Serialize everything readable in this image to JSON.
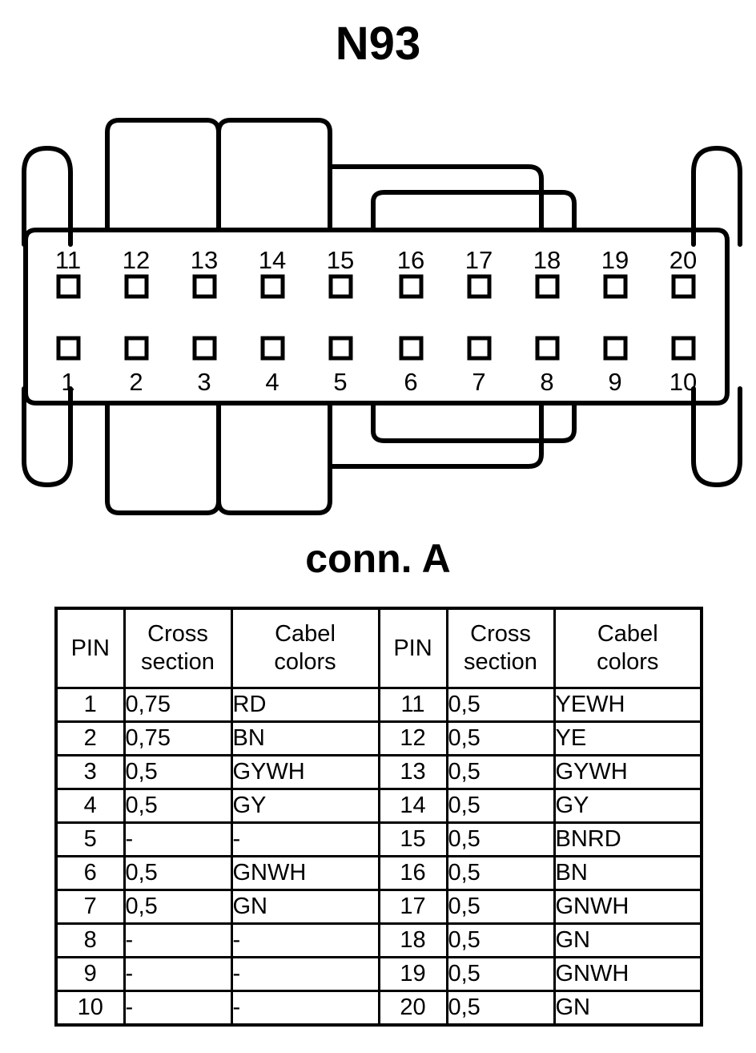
{
  "title": "N93",
  "connector": {
    "caption": "conn. A",
    "top_row_pins": [
      "11",
      "12",
      "13",
      "14",
      "15",
      "16",
      "17",
      "18",
      "19",
      "20"
    ],
    "bottom_row_pins": [
      "1",
      "2",
      "3",
      "4",
      "5",
      "6",
      "7",
      "8",
      "9",
      "10"
    ],
    "outline_color": "#000000"
  },
  "table": {
    "headers": {
      "pin": "PIN",
      "cross_line1": "Cross",
      "cross_line2": "section",
      "color_line1": "Cabel",
      "color_line2": "colors"
    },
    "left_rows": [
      {
        "pin": "1",
        "cross": "0,75",
        "color": "RD"
      },
      {
        "pin": "2",
        "cross": "0,75",
        "color": "BN"
      },
      {
        "pin": "3",
        "cross": "0,5",
        "color": "GYWH"
      },
      {
        "pin": "4",
        "cross": "0,5",
        "color": "GY"
      },
      {
        "pin": "5",
        "cross": "-",
        "color": "-"
      },
      {
        "pin": "6",
        "cross": "0,5",
        "color": "GNWH"
      },
      {
        "pin": "7",
        "cross": "0,5",
        "color": "GN"
      },
      {
        "pin": "8",
        "cross": "-",
        "color": "-"
      },
      {
        "pin": "9",
        "cross": "-",
        "color": "-"
      },
      {
        "pin": "10",
        "cross": "-",
        "color": "-"
      }
    ],
    "right_rows": [
      {
        "pin": "11",
        "cross": "0,5",
        "color": "YEWH"
      },
      {
        "pin": "12",
        "cross": "0,5",
        "color": "YE"
      },
      {
        "pin": "13",
        "cross": "0,5",
        "color": "GYWH"
      },
      {
        "pin": "14",
        "cross": "0,5",
        "color": "GY"
      },
      {
        "pin": "15",
        "cross": "0,5",
        "color": "BNRD"
      },
      {
        "pin": "16",
        "cross": "0,5",
        "color": "BN"
      },
      {
        "pin": "17",
        "cross": "0,5",
        "color": "GNWH"
      },
      {
        "pin": "18",
        "cross": "0,5",
        "color": "GN"
      },
      {
        "pin": "19",
        "cross": "0,5",
        "color": "GNWH"
      },
      {
        "pin": "20",
        "cross": "0,5",
        "color": "GN"
      }
    ]
  }
}
